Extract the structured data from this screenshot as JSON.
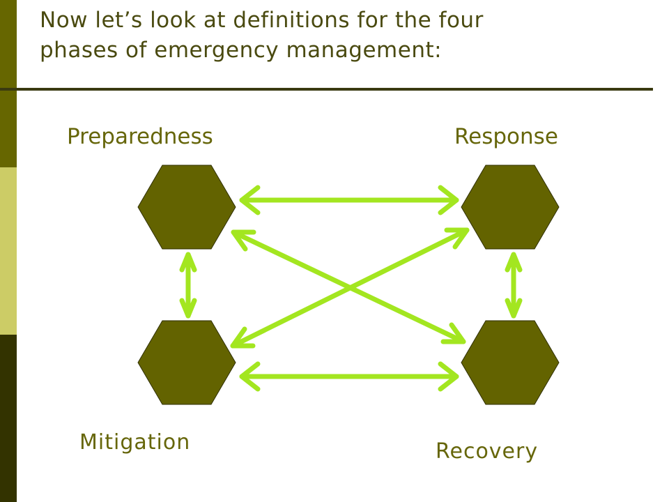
{
  "slide": {
    "title_line1": "Now let’s look at definitions for the four",
    "title_line2": "phases of emergency management:"
  },
  "phases": {
    "preparedness": "Preparedness",
    "response": "Response",
    "mitigation": "Mitigation",
    "recovery": "Recovery"
  },
  "colors": {
    "hexagon_fill": "#636300",
    "arrow": "#a3e620",
    "sidebar_dark": "#666600",
    "sidebar_light": "#cccc66",
    "sidebar_darkest": "#333300",
    "title_text": "#4a4a10",
    "rule": "#3a3a10"
  }
}
